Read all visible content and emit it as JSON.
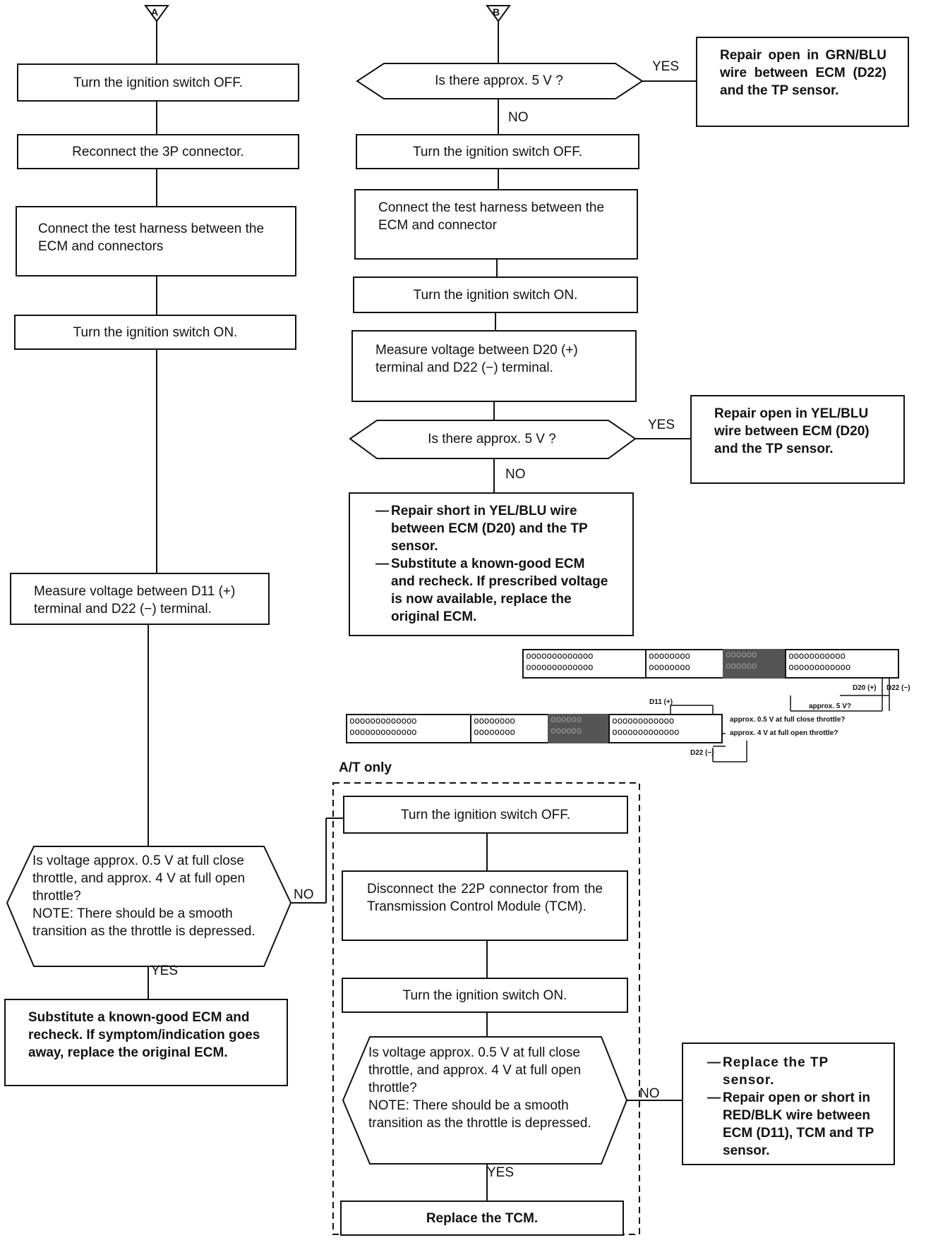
{
  "markers": {
    "a": "A",
    "b": "B"
  },
  "left": {
    "step1": "Turn the ignition switch OFF.",
    "step2": "Reconnect the 3P connector.",
    "step3": "Connect the test harness between the ECM and connectors",
    "step4": "Turn the ignition switch ON.",
    "step5": "Measure voltage between D11 (+) terminal and D22 (−) terminal.",
    "decision": "Is voltage approx. 0.5 V at full close throttle, and approx. 4 V at full open throttle?\nNOTE: There should be a smooth transition as the throttle is depressed.",
    "yes_label": "YES",
    "no_label": "NO",
    "result_yes": "Substitute a known-good ECM and recheck. If symptom/indication goes away, replace the original ECM."
  },
  "right": {
    "decision1": "Is there approx. 5 V ?",
    "decision1_yes": "YES",
    "decision1_no": "NO",
    "repair1": "Repair open in GRN/BLU wire between ECM (D22) and the TP sensor.",
    "step1": "Turn the ignition switch OFF.",
    "step2": "Connect the test harness between the ECM and connector",
    "step3": "Turn the ignition switch ON.",
    "step4": "Measure voltage between D20 (+) terminal and D22 (−) terminal.",
    "decision2": "Is there approx. 5 V ?",
    "decision2_yes": "YES",
    "decision2_no": "NO",
    "repair2": "Repair open in YEL/BLU wire between ECM (D20) and the TP sensor.",
    "result_no_1": "Repair short in YEL/BLU wire between ECM (D20) and the TP sensor.",
    "result_no_2": "Substitute a known-good ECM and recheck. If prescribed voltage is now available, replace the original ECM."
  },
  "connector_top": {
    "row1": [
      "ooooooooooooo",
      "oooooooo",
      "oooooo",
      "ooooooooooo"
    ],
    "row2": [
      "ooooooooooooo",
      "oooooooo",
      "oooooo",
      "oooooooooooo"
    ],
    "d20_label": "D20 (+)",
    "d22_label": "D22 (−)",
    "note": "approx. 5 V?"
  },
  "connector_bottom": {
    "row1": [
      "ooooooooooooo",
      "oooooooo",
      "oooooo",
      "oooooooooooo"
    ],
    "row2": [
      "ooooooooooooo",
      "oooooooo",
      "oooooo",
      "ooooooooooooo"
    ],
    "d11_label": "D11 (+)",
    "d22_label": "D22 (−)",
    "note1": "approx. 0.5 V at full close throttle?",
    "note2": "approx. 4 V at full open throttle?"
  },
  "at_only": {
    "title": "A/T only",
    "step1": "Turn the ignition switch OFF.",
    "step2": "Disconnect the 22P connector from the Transmission Control Module (TCM).",
    "step3": "Turn the ignition switch ON.",
    "decision": "Is voltage approx. 0.5 V at full close throttle, and approx. 4 V at full open throttle?\nNOTE: There should be a smooth transition as the throttle is depressed.",
    "yes_label": "YES",
    "no_label": "NO",
    "result_yes": "Replace the TCM.",
    "result_no_1": "Replace the TP sensor.",
    "result_no_2": "Repair open or short in RED/BLK wire between ECM (D11), TCM and TP sensor."
  }
}
